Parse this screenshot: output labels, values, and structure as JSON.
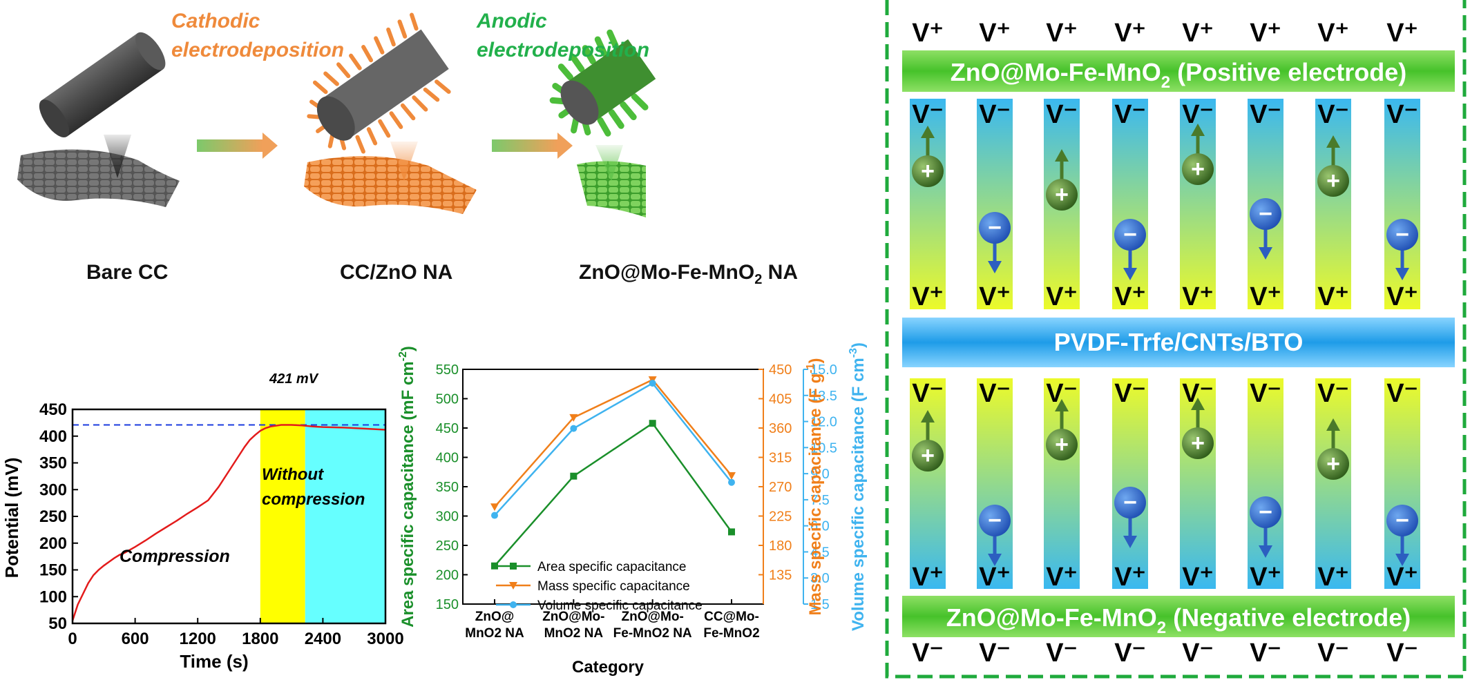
{
  "synthesis": {
    "cathodic_line1": "Cathodic",
    "cathodic_line2": "electrodeposition",
    "anodic_line1": "Anodic",
    "anodic_line2": "electrodeposition",
    "steps": [
      "Bare CC",
      "CC/ZnO NA",
      "ZnO@Mo-Fe-MnO",
      "2",
      " NA"
    ]
  },
  "colors": {
    "cathodic": "#ef8a3b",
    "anodic": "#22b04b",
    "bare": "#555555",
    "highlight_yellow": "#ffff00",
    "highlight_cyan": "#66ffff",
    "series_area": "#1a8f2a",
    "series_mass": "#f07f1a",
    "series_volume": "#3fb3ef"
  },
  "chart_potential": {
    "type": "line",
    "xlabel": "Time (s)",
    "ylabel": "Potential (mV)",
    "xlim": [
      0,
      3000
    ],
    "ylim": [
      50,
      450
    ],
    "xticks": [
      "0",
      "600",
      "1200",
      "1800",
      "2400",
      "3000"
    ],
    "yticks": [
      "50",
      "100",
      "150",
      "200",
      "250",
      "300",
      "350",
      "400",
      "450"
    ],
    "regions": {
      "compression": [
        0,
        1800
      ],
      "without_compression_yellow": [
        1800,
        2230
      ],
      "without_compression_cyan": [
        2230,
        3000
      ]
    },
    "label_compression": "Compression",
    "label_without_1": "Without",
    "label_without_2": "compression",
    "peak_label": "421 mV",
    "peak_value": 421,
    "x": [
      0,
      50,
      100,
      150,
      200,
      250,
      300,
      350,
      400,
      450,
      500,
      600,
      700,
      800,
      900,
      1000,
      1100,
      1200,
      1300,
      1400,
      1500,
      1600,
      1650,
      1700,
      1750,
      1800,
      1850,
      1900,
      2000,
      2100,
      2200,
      2300,
      2400,
      2600,
      2800,
      3000
    ],
    "y": [
      55,
      85,
      105,
      125,
      140,
      150,
      158,
      165,
      172,
      178,
      182,
      193,
      205,
      218,
      230,
      242,
      255,
      267,
      280,
      305,
      335,
      365,
      380,
      393,
      402,
      410,
      415,
      418,
      421,
      421,
      420,
      418,
      417,
      416,
      414,
      412
    ]
  },
  "chart_capacitance": {
    "type": "line",
    "xlabel": "Category",
    "categories": [
      [
        "ZnO@",
        "MnO2 NA"
      ],
      [
        "ZnO@Mo-",
        "MnO2 NA"
      ],
      [
        "ZnO@Mo-",
        "Fe-MnO2 NA"
      ],
      [
        "CC@Mo-",
        "Fe-MnO2"
      ]
    ],
    "ylabel_left": "Area specific capacitance (mF cm-2)",
    "ylabel_right1": "Mass specific capacitance (F g-1)",
    "ylabel_right2": "Volume specific capacitance (F cm-3)",
    "ylim_left": [
      150,
      550
    ],
    "ylim_right1": [
      90,
      450
    ],
    "ylim_right2": [
      1.5,
      15.0
    ],
    "yticks_left": [
      "150",
      "200",
      "250",
      "300",
      "350",
      "400",
      "450",
      "500",
      "550"
    ],
    "yticks_right1": [
      "135",
      "180",
      "225",
      "270",
      "315",
      "360",
      "405",
      "450"
    ],
    "yticks_right2": [
      "1.5",
      "3.0",
      "4.5",
      "6.0",
      "7.5",
      "9.0",
      "10.5",
      "12.0",
      "13.5",
      "15.0"
    ],
    "series": [
      {
        "name": "Area specific capacitance",
        "axis": "left",
        "values": [
          215,
          368,
          458,
          273
        ]
      },
      {
        "name": "Mass specific capacitance",
        "axis": "right1",
        "values": [
          239,
          376,
          434,
          287
        ]
      },
      {
        "name": "Volume specific capacitance",
        "axis": "right2",
        "values": [
          6.6,
          11.6,
          14.2,
          8.5
        ]
      }
    ]
  },
  "device": {
    "vplus": "V⁺",
    "vminus": "V⁻",
    "positive_electrode_pre": "ZnO@Mo-Fe-MnO",
    "positive_electrode_sub": "2",
    "positive_electrode_post": " (Positive electrode)",
    "separator": "PVDF-Trfe/CNTs/BTO",
    "negative_electrode_pre": "ZnO@Mo-Fe-MnO",
    "negative_electrode_sub": "2",
    "negative_electrode_post": " (Negative electrode)",
    "plus_sign": "+",
    "minus_sign": "−"
  }
}
